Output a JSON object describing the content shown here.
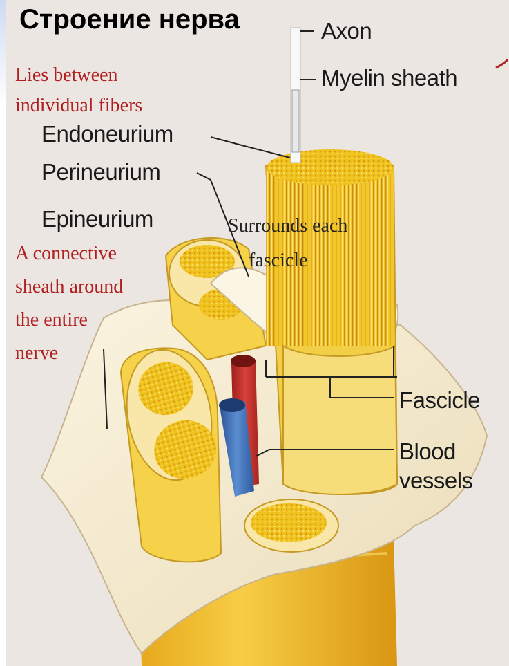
{
  "title": "Строение нерва",
  "labels": {
    "axon": "Axon",
    "myelin_sheath": "Myelin sheath",
    "endoneurium": "Endoneurium",
    "perineurium": "Perineurium",
    "epineurium": "Epineurium",
    "fascicle": "Fascicle",
    "blood_vessels_line1": "Blood",
    "blood_vessels_line2": "vessels"
  },
  "annotations": {
    "endoneurium_note_line1": "Lies between",
    "endoneurium_note_line2": "individual fibers",
    "perineurium_note_line1": "Surrounds each",
    "perineurium_note_line2": "fascicle",
    "epineurium_note_line1": "A connective",
    "epineurium_note_line2": "sheath around",
    "epineurium_note_line3": "the entire",
    "epineurium_note_line4": "nerve"
  },
  "colors": {
    "nerve_yellow": "#f3c62a",
    "sheath_cream": "#f7eed6",
    "artery_red": "#c8322a",
    "vein_blue": "#3d6fb5",
    "annotation_red": "#b02020"
  }
}
